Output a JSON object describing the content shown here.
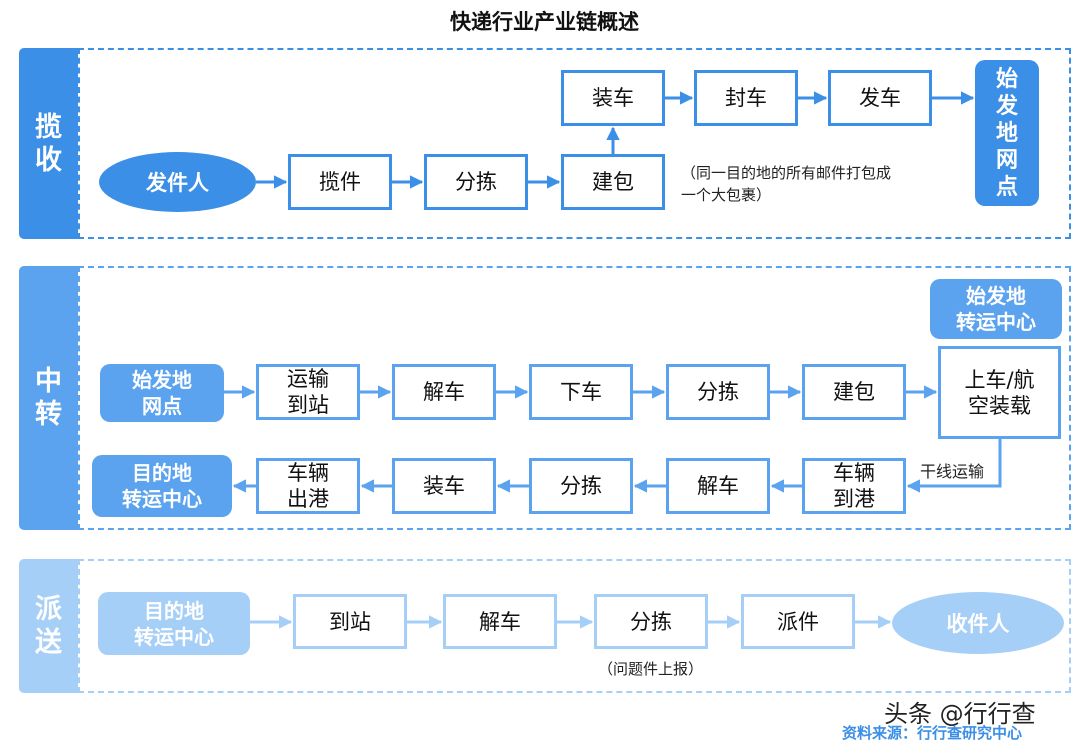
{
  "title": "快递行业产业链概述",
  "colors": {
    "primary": "#3b8fe6",
    "secondary": "#5ba3ee",
    "tertiary": "#a6cff7"
  },
  "sections": {
    "pickup": {
      "label": "揽收",
      "sender": "发件人",
      "steps": [
        "揽件",
        "分拣",
        "建包"
      ],
      "upper_steps": [
        "装车",
        "封车",
        "发车"
      ],
      "destination": "始发地网点",
      "note": "（同一目的地的所有邮件打包成一个大包裹）"
    },
    "transit": {
      "label": "中转",
      "start": "始发地\n网点",
      "upper_steps": [
        "运输\n到站",
        "解车",
        "下车",
        "分拣",
        "建包"
      ],
      "hub": "始发地\n转运中心",
      "load": "上车/航\n空装载",
      "trunk_label": "干线运输",
      "lower_steps": [
        "车辆\n到港",
        "解车",
        "分拣",
        "装车",
        "车辆\n出港"
      ],
      "end": "目的地\n转运中心"
    },
    "delivery": {
      "label": "派送",
      "start": "目的地\n转运中心",
      "steps": [
        "到站",
        "解车",
        "分拣",
        "派件"
      ],
      "receiver": "收件人",
      "note": "（问题件上报）"
    }
  },
  "watermark": "头条 @行行查",
  "source": "资料来源：行行查研究中心"
}
